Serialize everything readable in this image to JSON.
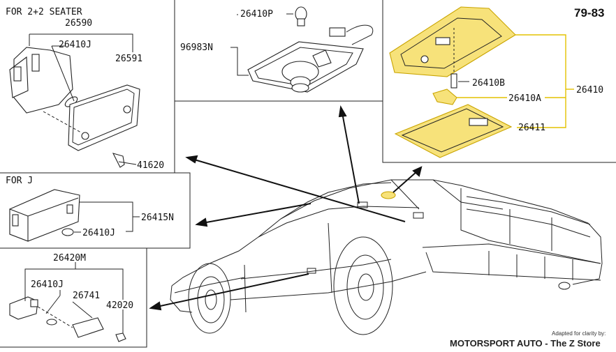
{
  "page": {
    "page_number": "79-83",
    "note": "Adapted for clarity by:",
    "brand": "MOTORSPORT AUTO - The Z Store"
  },
  "panels": {
    "seater": {
      "title": "FOR 2+2 SEATER",
      "parts": [
        "26590",
        "26410J",
        "26591",
        "41620"
      ]
    },
    "map_lamp": {
      "parts": [
        "26410P",
        "96983N"
      ]
    },
    "room_lamp": {
      "parts": [
        "26410B",
        "26410A",
        "26410",
        "26411"
      ],
      "highlight_color": "#f7e27a"
    },
    "for_j": {
      "title": "FOR J",
      "parts": [
        "26415N",
        "26410J"
      ]
    },
    "step_lamp": {
      "parts": [
        "26420M",
        "26410J",
        "26741",
        "42020"
      ]
    }
  }
}
